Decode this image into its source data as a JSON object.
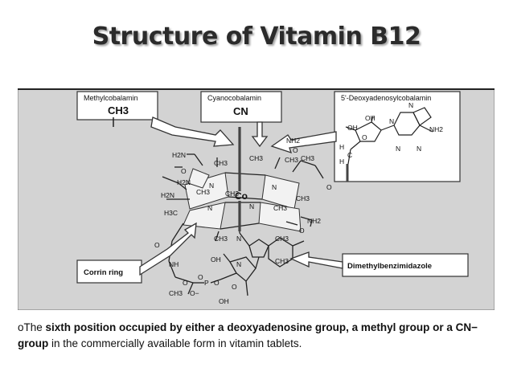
{
  "slide": {
    "title": "Structure of Vitamin B12"
  },
  "diagram": {
    "labels": {
      "methyl_box": "Methylcobalamin",
      "methyl_group": "CH3",
      "cyano_box": "Cyanocobalamin",
      "cyano_group": "CN",
      "deoxy_box": "5'-Deoxyadenosylcobalamin",
      "corrin": "Corrin ring",
      "dmb": "Dimethylbenzimidazole",
      "cobalt": "Co"
    },
    "atoms": {
      "h2n_1": "H2N",
      "o_1": "O",
      "ch3_1": "CH3",
      "ch3_2": "CH3",
      "nh2_1": "NH2",
      "o_2": "O",
      "ch3_3": "CH3",
      "ch3_4": "CH3",
      "o_3": "O",
      "h2n_2": "H2N",
      "n_1": "N",
      "h2n_3": "H2N",
      "ch3_5": "CH3",
      "ch3_6": "CH3",
      "n_2": "N",
      "ch3_7": "CH3",
      "h3c": "H3C",
      "n_3": "N",
      "n_4": "N",
      "ch3_8": "CH3",
      "nh2_2": "NH2",
      "o_4": "O",
      "ch3_9": "CH3",
      "n_5": "N",
      "ch3_10": "CH3",
      "ch3_11": "CH3",
      "n_6": "N",
      "o_5": "O",
      "nh": "NH",
      "oh_1": "OH",
      "o_6": "O",
      "p": "P",
      "o_7": "O",
      "o_8": "O",
      "o_minus": "O−",
      "ch3_12": "CH3",
      "oh_2": "OH",
      "o_9": "O",
      "oh_3": "OH",
      "oh_4": "OH",
      "o_10": "O",
      "h_1": "H",
      "h_2": "H",
      "c": "C",
      "n_7": "N",
      "n_8": "N",
      "n_9": "N",
      "n_10": "N",
      "nh2_3": "NH2"
    }
  },
  "caption": {
    "bullet": "o",
    "part1": "The ",
    "bold1": "sixth position occupied by either a deoxyadenosine group, a methyl group or a CN− group",
    "part2": " in the commercially available form in vitamin tablets."
  }
}
